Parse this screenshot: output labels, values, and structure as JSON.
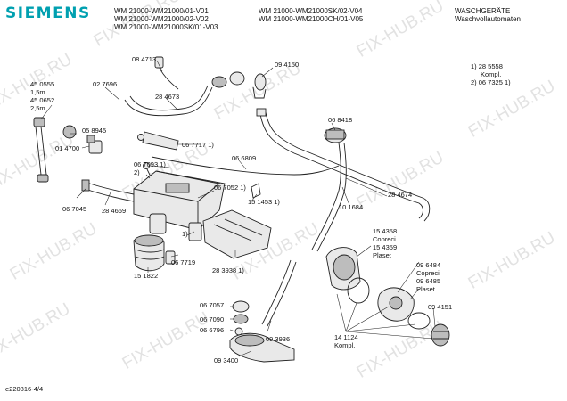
{
  "brand": "SIEMENS",
  "header": {
    "models_left": [
      "WM 21000-WM21000/01-V01",
      "WM 21000-WM21000/02-V02",
      "WM 21000-WM21000SK/01-V03"
    ],
    "models_right": [
      "WM 21000-WM21000SK/02-V04",
      "WM 21000-WM21000CH/01-V05"
    ],
    "category": [
      "WASCHGERÄTE",
      "Waschvollautomaten"
    ]
  },
  "notes": [
    "1) 28 5558",
    "Kompl.",
    "2) 06 7325 1)"
  ],
  "watermark": "FIX-HUB.RU",
  "parts": {
    "p084713": "08 4713",
    "p094150": "09 4150",
    "p450555": "45 0555",
    "len1": "1,5m",
    "p450652": "45 0652",
    "len2": "2,5m",
    "p027696": "02 7696",
    "p284673": "28 4673",
    "p058945": "05 8945",
    "p014700": "01 4700",
    "p067717": "06 7717 1)",
    "p067093": "06 7093 1)",
    "mark2": "2)",
    "p066809": "06 6809",
    "p068418": "06 8418",
    "p284674": "28 4674",
    "p067052": "06 7052 1)",
    "p151453": "15 1453 1)",
    "p101684": "10 1684",
    "p067045": "06 7045",
    "p284669": "28 4669",
    "mark1": "1)",
    "p154358": "15 4358",
    "copreci1": "Copreci",
    "p154359": "15 4359",
    "plaset1": "Plaset",
    "p151822": "15 1822",
    "p067719": "06 7719",
    "p283938": "28 3938 1)",
    "p096484": "09 6484",
    "copreci2": "Copreci",
    "p096485": "09 6485",
    "plaset2": "Plaset",
    "p067057": "06 7057",
    "p067090": "06 7090",
    "p066796": "06 6796",
    "p093936": "09 3936",
    "p094151": "09 4151",
    "p141124": "14 1124",
    "kompl": "Kompl.",
    "p093400": "09 3400"
  },
  "footer": "e220816-4/4"
}
